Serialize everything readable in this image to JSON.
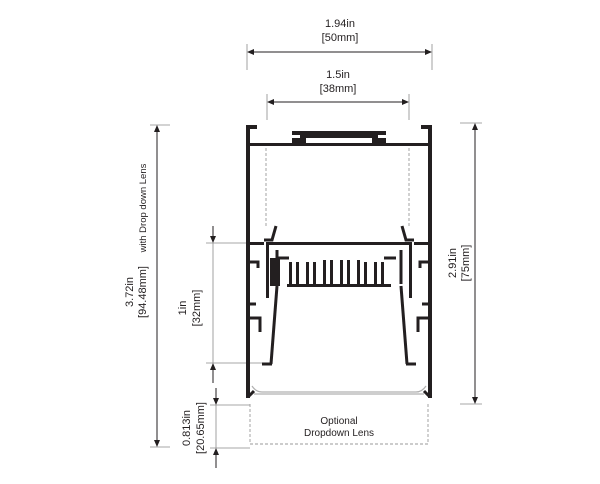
{
  "dimensions": {
    "overall_width": {
      "inch": "1.94in",
      "mm": "[50mm]"
    },
    "inner_width": {
      "inch": "1.5in",
      "mm": "[38mm]"
    },
    "overall_height": {
      "inch": "3.72in",
      "mm": "[94.48mm]",
      "note": "with Drop down Lens"
    },
    "body_height": {
      "inch": "2.91in",
      "mm": "[75mm]"
    },
    "mid_height": {
      "inch": "1in",
      "mm": "[32mm]"
    },
    "lens_height": {
      "inch": "0.813in",
      "mm": "[20.65mm]"
    }
  },
  "lens_label": {
    "line1": "Optional",
    "line2": "Dropdown Lens"
  },
  "colors": {
    "ink": "#231f20",
    "ext": "#8a8a8a",
    "lens": "#b0b0b0"
  }
}
